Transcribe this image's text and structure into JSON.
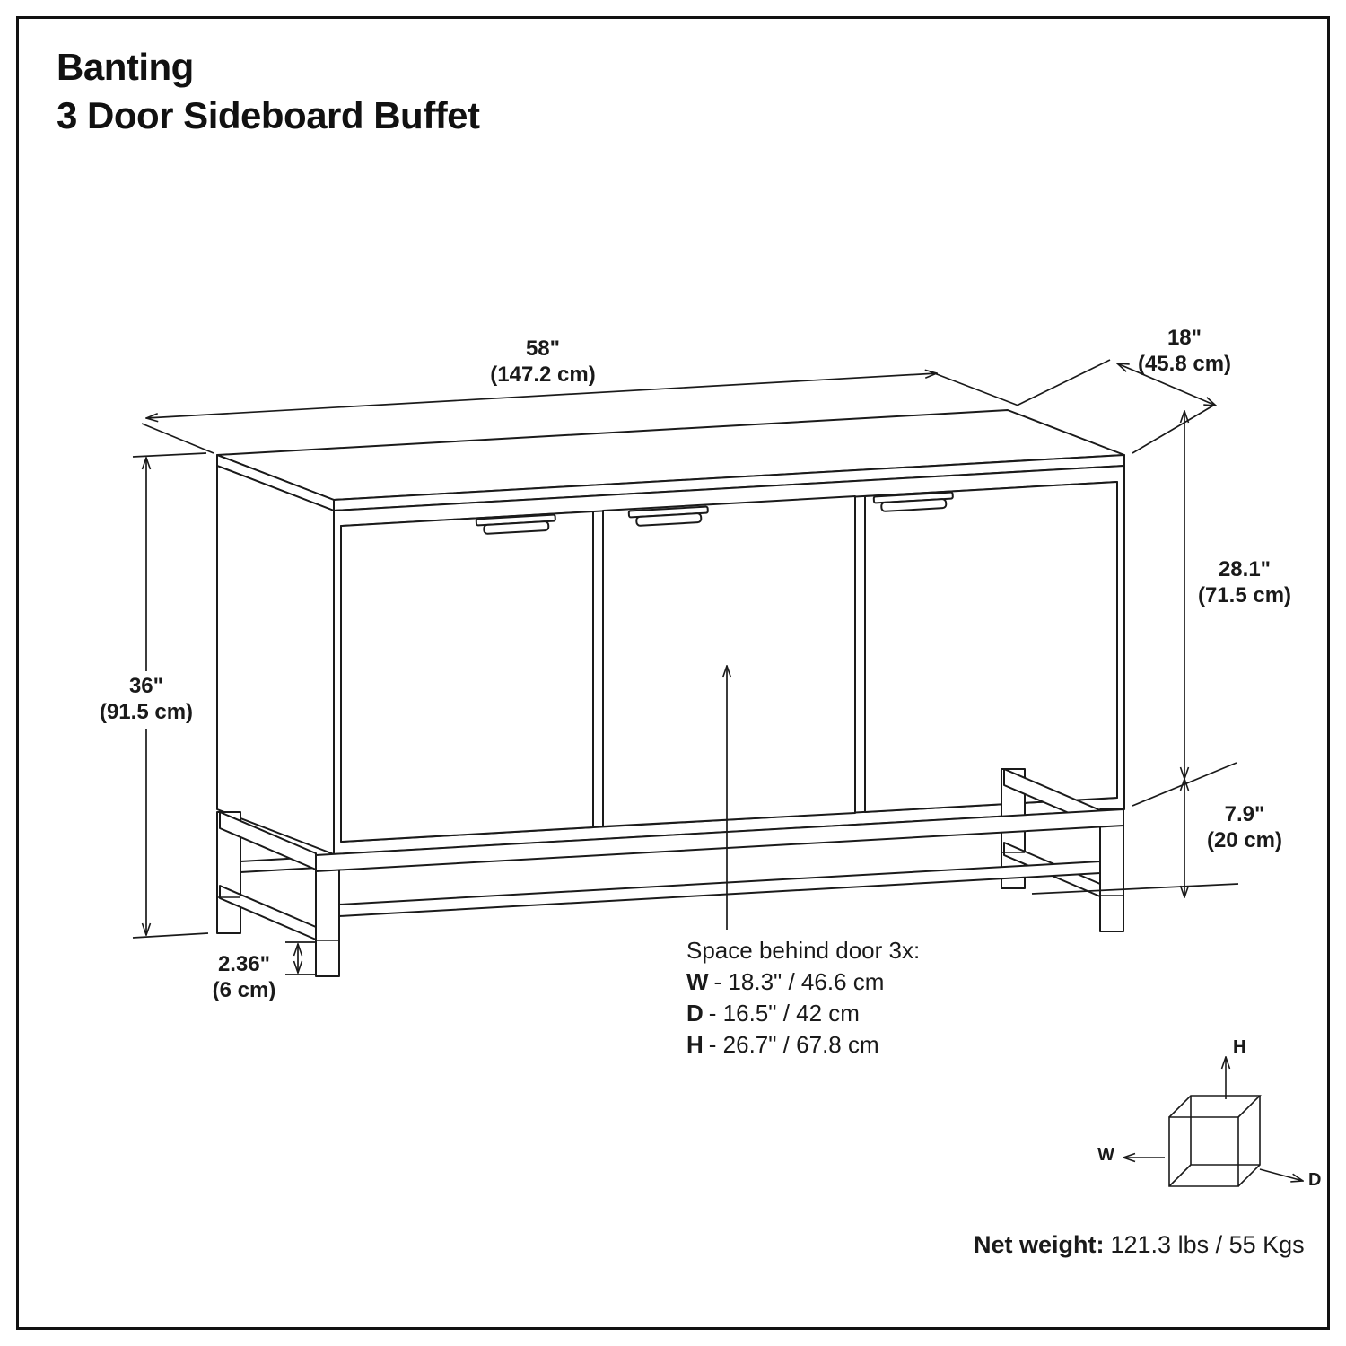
{
  "colors": {
    "line": "#1a1a1a",
    "background": "#ffffff"
  },
  "title": {
    "line1": "Banting",
    "line2": "3 Door Sideboard Buffet"
  },
  "dimensions": {
    "width": {
      "imperial": "58\"",
      "metric": "(147.2 cm)"
    },
    "depth": {
      "imperial": "18\"",
      "metric": "(45.8 cm)"
    },
    "cabinet_height": {
      "imperial": "28.1\"",
      "metric": "(71.5 cm)"
    },
    "base_height": {
      "imperial": "7.9\"",
      "metric": "(20 cm)"
    },
    "overall_height": {
      "imperial": "36\"",
      "metric": "(91.5 cm)"
    },
    "leg_foot": {
      "imperial": "2.36\"",
      "metric": "(6 cm)"
    }
  },
  "interior_space": {
    "heading": "Space behind door 3x:",
    "rows": [
      {
        "axis": "W",
        "value": "- 18.3\" / 46.6 cm"
      },
      {
        "axis": "D",
        "value": "- 16.5\" / 42 cm"
      },
      {
        "axis": "H",
        "value": "- 26.7\" / 67.8 cm"
      }
    ]
  },
  "net_weight": {
    "label": "Net weight:",
    "value": "121.3 lbs / 55 Kgs"
  },
  "axis_cube": {
    "h": "H",
    "w": "W",
    "d": "D"
  }
}
